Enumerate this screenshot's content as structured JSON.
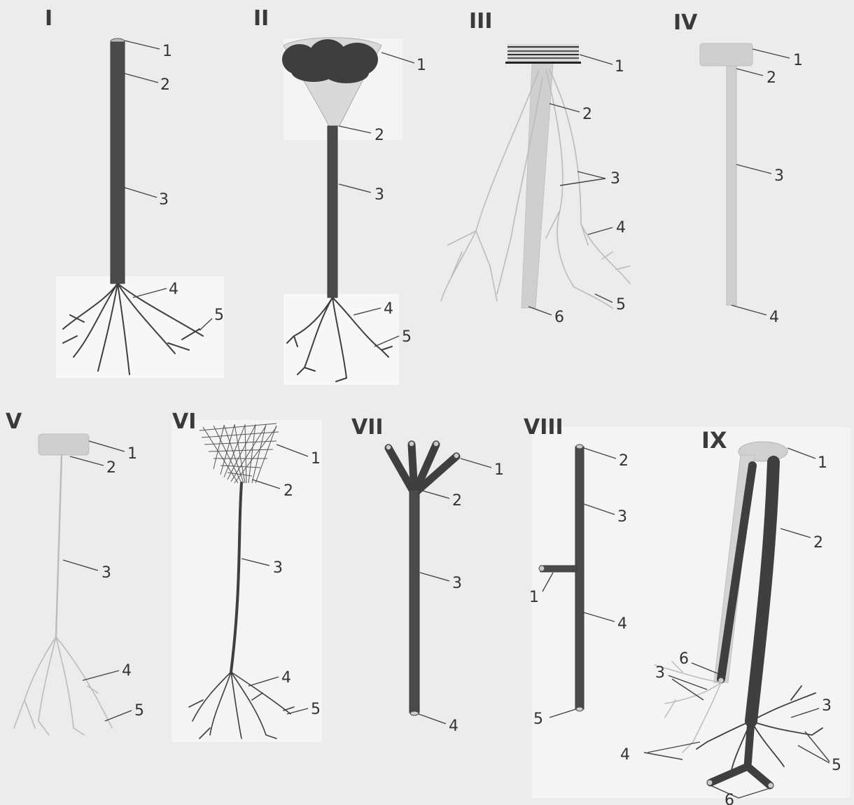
{
  "panels": [
    {
      "roman": "I",
      "labels": [
        "1",
        "2",
        "3",
        "4",
        "5"
      ]
    },
    {
      "roman": "II",
      "labels": [
        "1",
        "2",
        "3",
        "4",
        "5"
      ]
    },
    {
      "roman": "III",
      "labels": [
        "1",
        "2",
        "3",
        "4",
        "5",
        "6"
      ]
    },
    {
      "roman": "IV",
      "labels": [
        "1",
        "2",
        "3",
        "4"
      ]
    },
    {
      "roman": "V",
      "labels": [
        "1",
        "2",
        "3",
        "4",
        "5"
      ]
    },
    {
      "roman": "VI",
      "labels": [
        "1",
        "2",
        "3",
        "4",
        "5"
      ]
    },
    {
      "roman": "VII",
      "labels": [
        "1",
        "2",
        "3",
        "4"
      ]
    },
    {
      "roman": "VIII",
      "labels": [
        "2",
        "3",
        "1",
        "4",
        "5"
      ]
    },
    {
      "roman": "IX",
      "labels": [
        "1",
        "2",
        "3",
        "6",
        "3",
        "4",
        "5",
        "6"
      ]
    }
  ]
}
